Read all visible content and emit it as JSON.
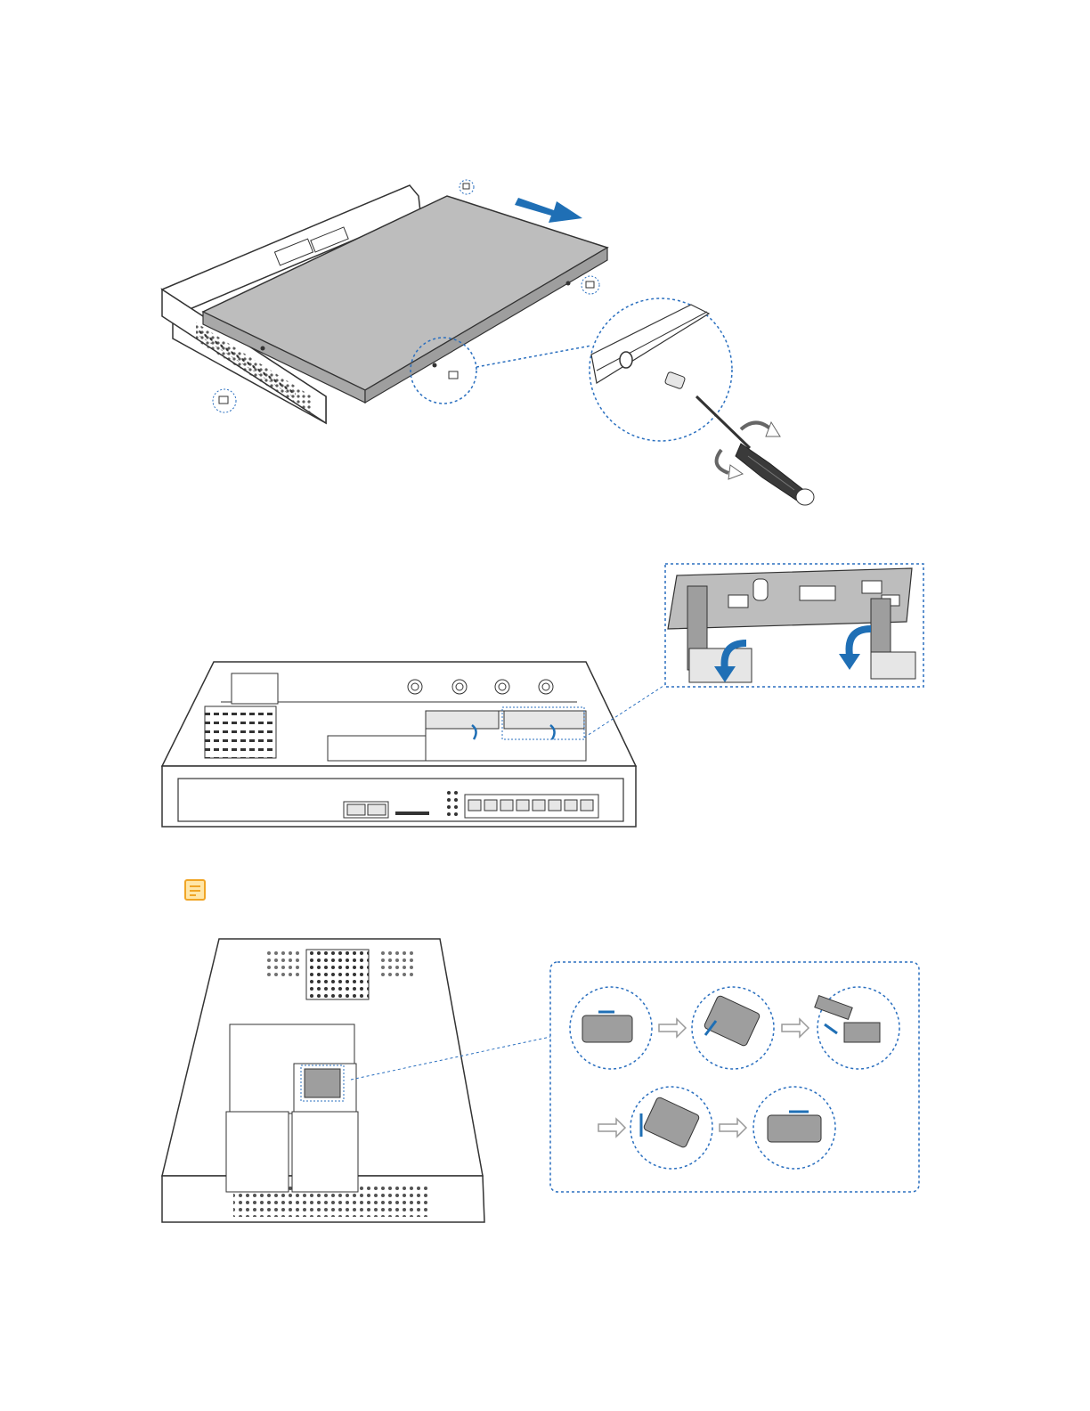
{
  "page": {
    "figures": [
      {
        "id": "remove-top-cover",
        "icons": [
          "chassis-icon",
          "cover-panel-icon",
          "slide-arrow-icon",
          "screw-icon",
          "screwdriver-icon",
          "rotate-arrow-icon",
          "zoom-callout-icon"
        ]
      },
      {
        "id": "insert-module",
        "icons": [
          "chassis-open-icon",
          "module-board-icon",
          "insert-arrow-icon",
          "ethernet-port-icon",
          "zoom-callout-icon"
        ]
      },
      {
        "id": "sim-card-install",
        "icons": [
          "chassis-open-icon",
          "sim-tray-icon",
          "step-arrow-icon",
          "zoom-callout-icon"
        ]
      }
    ],
    "note": {
      "icon": "note-icon"
    },
    "colors": {
      "accent": "#1f6fb5",
      "note": "#f0a526",
      "line": "#333333",
      "cover": "#bdbdbd",
      "dash": "#2a6fbf"
    }
  }
}
